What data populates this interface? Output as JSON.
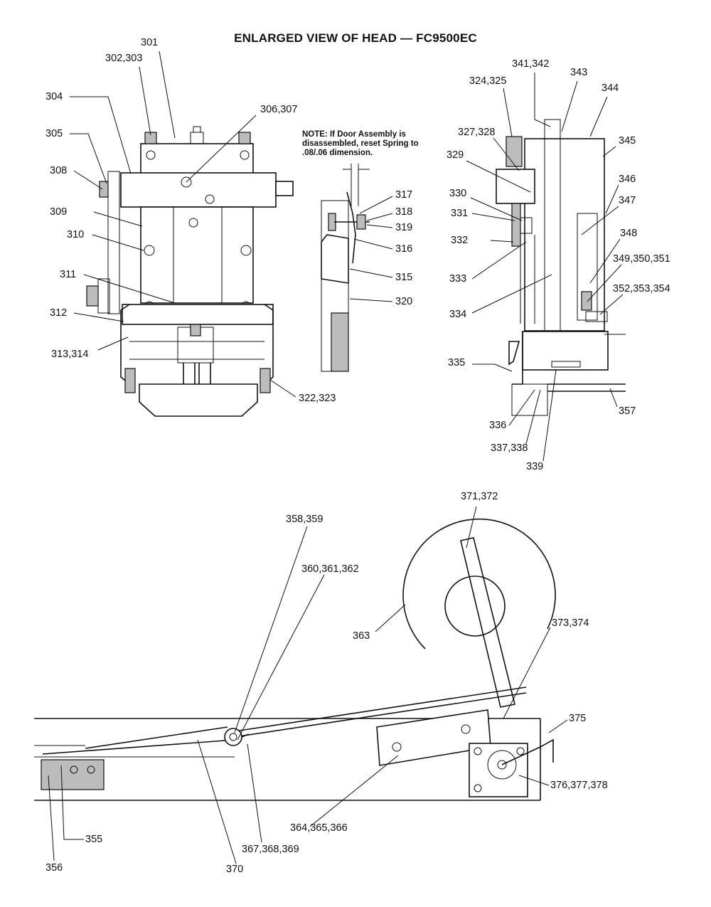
{
  "title": "ENLARGED VIEW OF HEAD — FC9500EC",
  "note": "NOTE: If Door Assembly is disassembled, reset Spring to .08/.06 dimension.",
  "callouts": [
    {
      "id": "c301",
      "text": "301"
    },
    {
      "id": "c302",
      "text": "302,303"
    },
    {
      "id": "c304",
      "text": "304"
    },
    {
      "id": "c305",
      "text": "305"
    },
    {
      "id": "c306",
      "text": "306,307"
    },
    {
      "id": "c308",
      "text": "308"
    },
    {
      "id": "c309",
      "text": "309"
    },
    {
      "id": "c310",
      "text": "310"
    },
    {
      "id": "c311",
      "text": "311"
    },
    {
      "id": "c312",
      "text": "312"
    },
    {
      "id": "c313",
      "text": "313,314"
    },
    {
      "id": "c322",
      "text": "322,323"
    },
    {
      "id": "c317",
      "text": "317"
    },
    {
      "id": "c318",
      "text": "318"
    },
    {
      "id": "c319",
      "text": "319"
    },
    {
      "id": "c316",
      "text": "316"
    },
    {
      "id": "c315",
      "text": "315"
    },
    {
      "id": "c320",
      "text": "320"
    },
    {
      "id": "c341",
      "text": "341,342"
    },
    {
      "id": "c343",
      "text": "343"
    },
    {
      "id": "c324",
      "text": "324,325"
    },
    {
      "id": "c344",
      "text": "344"
    },
    {
      "id": "c327",
      "text": "327,328"
    },
    {
      "id": "c345",
      "text": "345"
    },
    {
      "id": "c329",
      "text": "329"
    },
    {
      "id": "c346",
      "text": "346"
    },
    {
      "id": "c330",
      "text": "330"
    },
    {
      "id": "c347",
      "text": "347"
    },
    {
      "id": "c331",
      "text": "331"
    },
    {
      "id": "c348",
      "text": "348"
    },
    {
      "id": "c332",
      "text": "332"
    },
    {
      "id": "c349",
      "text": "349,350,351"
    },
    {
      "id": "c333",
      "text": "333"
    },
    {
      "id": "c352",
      "text": "352,353,354"
    },
    {
      "id": "c334",
      "text": "334"
    },
    {
      "id": "c335",
      "text": "335"
    },
    {
      "id": "c357",
      "text": "357"
    },
    {
      "id": "c336",
      "text": "336"
    },
    {
      "id": "c337",
      "text": "337,338"
    },
    {
      "id": "c339",
      "text": "339"
    },
    {
      "id": "c371",
      "text": "371,372"
    },
    {
      "id": "c358",
      "text": "358,359"
    },
    {
      "id": "c360",
      "text": "360,361,362"
    },
    {
      "id": "c363",
      "text": "363"
    },
    {
      "id": "c373",
      "text": "373,374"
    },
    {
      "id": "c375",
      "text": "375"
    },
    {
      "id": "c376",
      "text": "376,377,378"
    },
    {
      "id": "c355",
      "text": "355"
    },
    {
      "id": "c364",
      "text": "364,365,366"
    },
    {
      "id": "c356",
      "text": "356"
    },
    {
      "id": "c367",
      "text": "367,368,369"
    },
    {
      "id": "c370",
      "text": "370"
    }
  ]
}
